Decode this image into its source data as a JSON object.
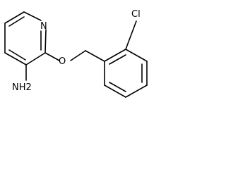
{
  "molecule": {
    "atoms": {
      "nitrogen": "N",
      "oxygen": "O",
      "chlorine": "Cl",
      "amine": "NH2"
    }
  }
}
